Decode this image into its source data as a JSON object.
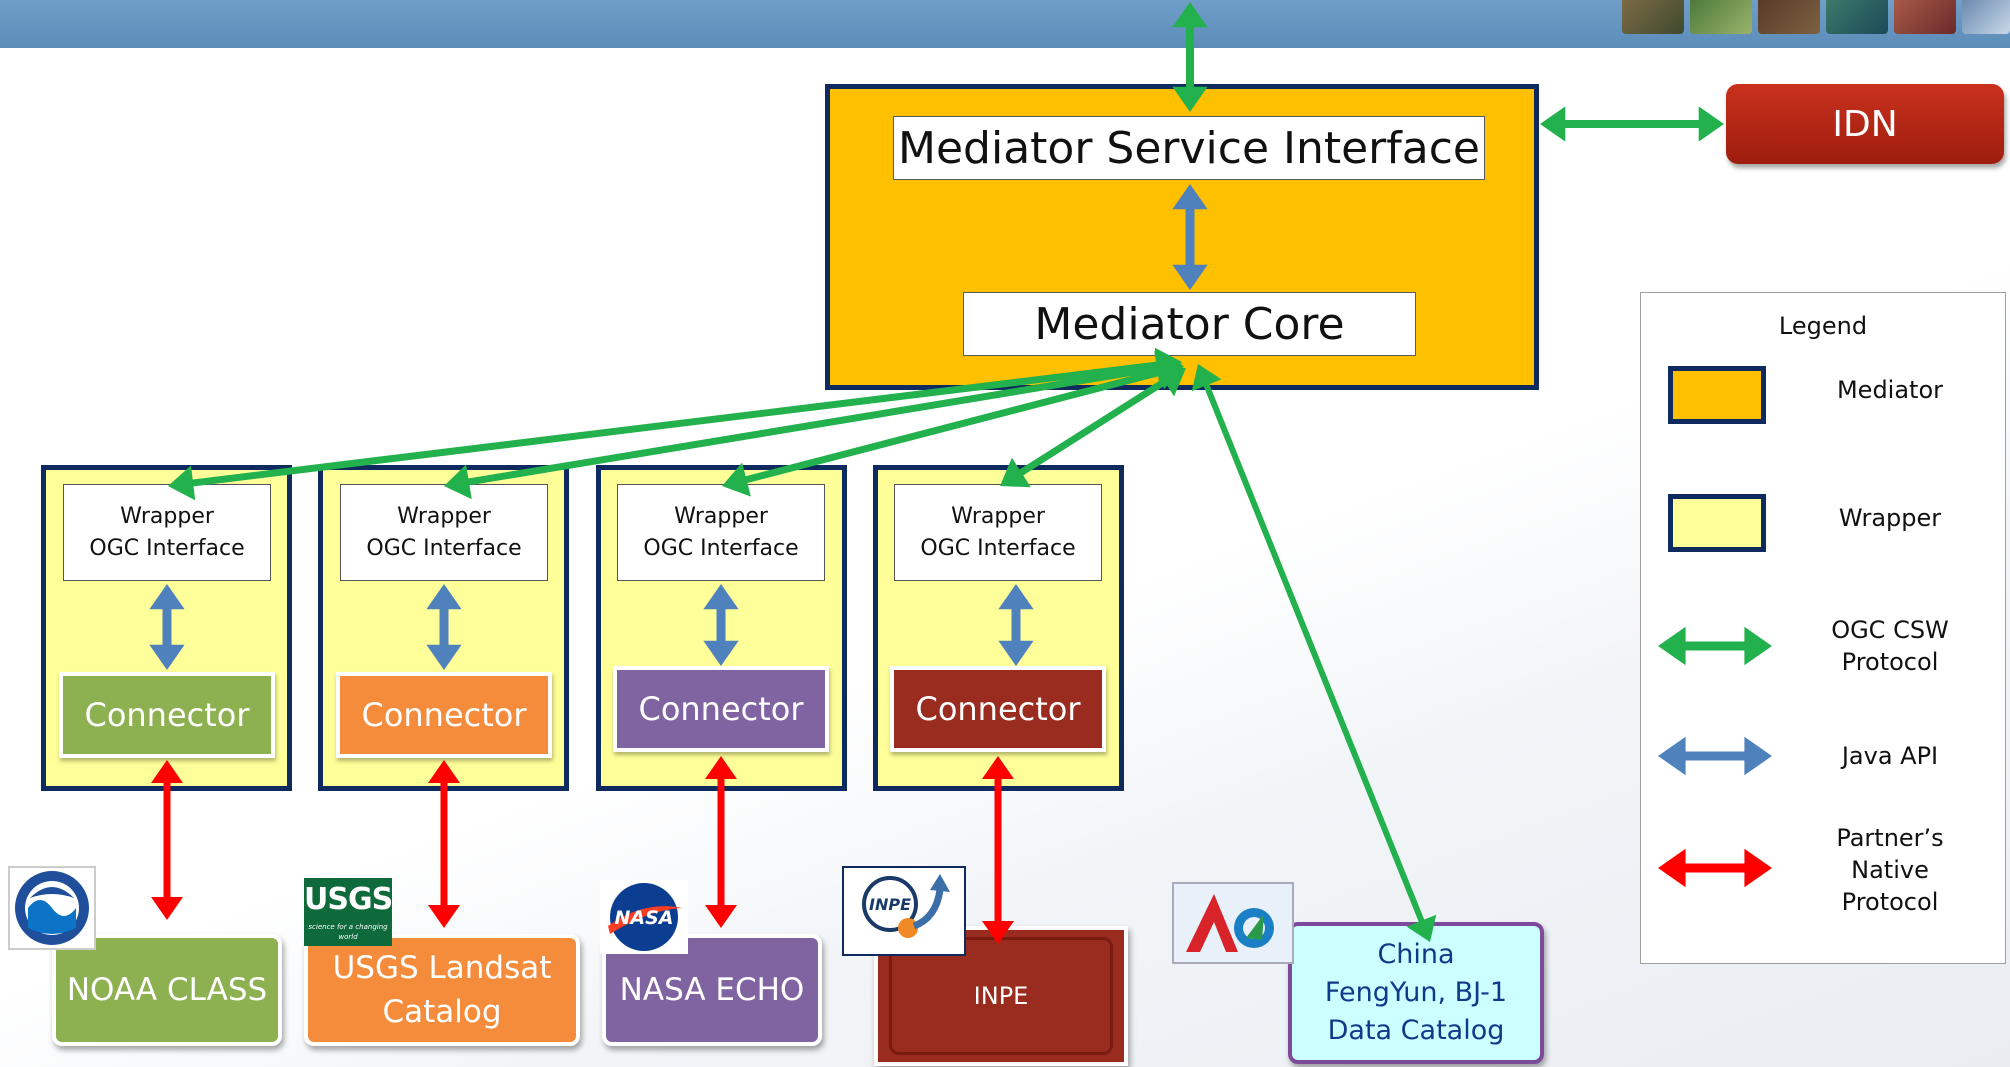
{
  "mediator": {
    "service_interface": "Mediator Service Interface",
    "core": "Mediator Core"
  },
  "idn": "IDN",
  "wrappers": [
    {
      "line1": "Wrapper",
      "line2": "OGC Interface",
      "connector": "Connector",
      "connector_color": "#8db051"
    },
    {
      "line1": "Wrapper",
      "line2": "OGC Interface",
      "connector": "Connector",
      "connector_color": "#f48c3c"
    },
    {
      "line1": "Wrapper",
      "line2": "OGC Interface",
      "connector": "Connector",
      "connector_color": "#8064a2"
    },
    {
      "line1": "Wrapper",
      "line2": "OGC Interface",
      "connector": "Connector",
      "connector_color": "#9a2b1f"
    }
  ],
  "catalogs": [
    {
      "label": "NOAA CLASS",
      "color": "#8db051",
      "logo": "noaa-logo"
    },
    {
      "label_line1": "USGS Landsat",
      "label_line2": "Catalog",
      "color": "#f48c3c",
      "logo": "usgs-logo",
      "logo_text": "USGS",
      "logo_subtext": "science for a changing world"
    },
    {
      "label": "NASA ECHO",
      "color": "#8064a2",
      "logo": "nasa-logo"
    },
    {
      "label": "INPE",
      "color": "#9a2b1f",
      "logo": "inpe-logo",
      "logo_text": "INPE"
    },
    {
      "label_line1": "China",
      "label_line2": "FengYun, BJ-1",
      "label_line3": "Data Catalog",
      "color": "#ccffff",
      "logo": "cma-logo"
    }
  ],
  "legend": {
    "title": "Legend",
    "items": [
      {
        "label_line1": "Mediator",
        "color": "#ffc000"
      },
      {
        "label_line1": "Wrapper",
        "color": "#ffff99"
      },
      {
        "label_line1": "OGC CSW",
        "label_line2": "Protocol",
        "color": "#22b14c"
      },
      {
        "label_line1": "Java API",
        "color": "#4f81bd"
      },
      {
        "label_line1": "Partner’s",
        "label_line2": "Native",
        "label_line3": "Protocol",
        "color": "#ff0000"
      }
    ]
  },
  "colors": {
    "ogc_arrow": "#22b14c",
    "java_arrow": "#4f81bd",
    "native_arrow": "#ff0000",
    "border_navy": "#0f2a5e"
  }
}
